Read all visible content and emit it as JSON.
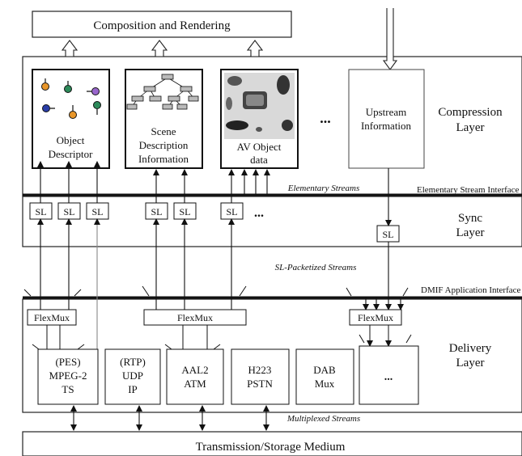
{
  "top": {
    "composition": "Composition and Rendering"
  },
  "compression": {
    "object_descriptor": [
      "Object",
      "Descriptor"
    ],
    "scene_description": [
      "Scene",
      "Description",
      "Information"
    ],
    "av_object": [
      "AV Object",
      "data"
    ],
    "ellipsis": "...",
    "upstream": [
      "Upstream",
      "Information"
    ],
    "layer": [
      "Compression",
      "Layer"
    ]
  },
  "interfaces": {
    "elementary_streams": "Elementary Streams",
    "elementary_stream_interface": "Elementary Stream Interface",
    "sl_packetized": "SL-Packetized Streams",
    "dmif": "DMIF Application Interface",
    "multiplexed": "Multiplexed Streams"
  },
  "sync": {
    "sl": "SL",
    "ellipsis": "...",
    "layer": [
      "Sync",
      "Layer"
    ]
  },
  "delivery": {
    "flexmux": "FlexMux",
    "boxes": [
      [
        "(PES)",
        "MPEG-2",
        "TS"
      ],
      [
        "(RTP)",
        "UDP",
        "IP"
      ],
      [
        "AAL2",
        "ATM"
      ],
      [
        "H223",
        "PSTN"
      ],
      [
        "DAB",
        "Mux"
      ],
      [
        "..."
      ]
    ],
    "layer": [
      "Delivery",
      "Layer"
    ]
  },
  "medium": "Transmission/Storage Medium"
}
